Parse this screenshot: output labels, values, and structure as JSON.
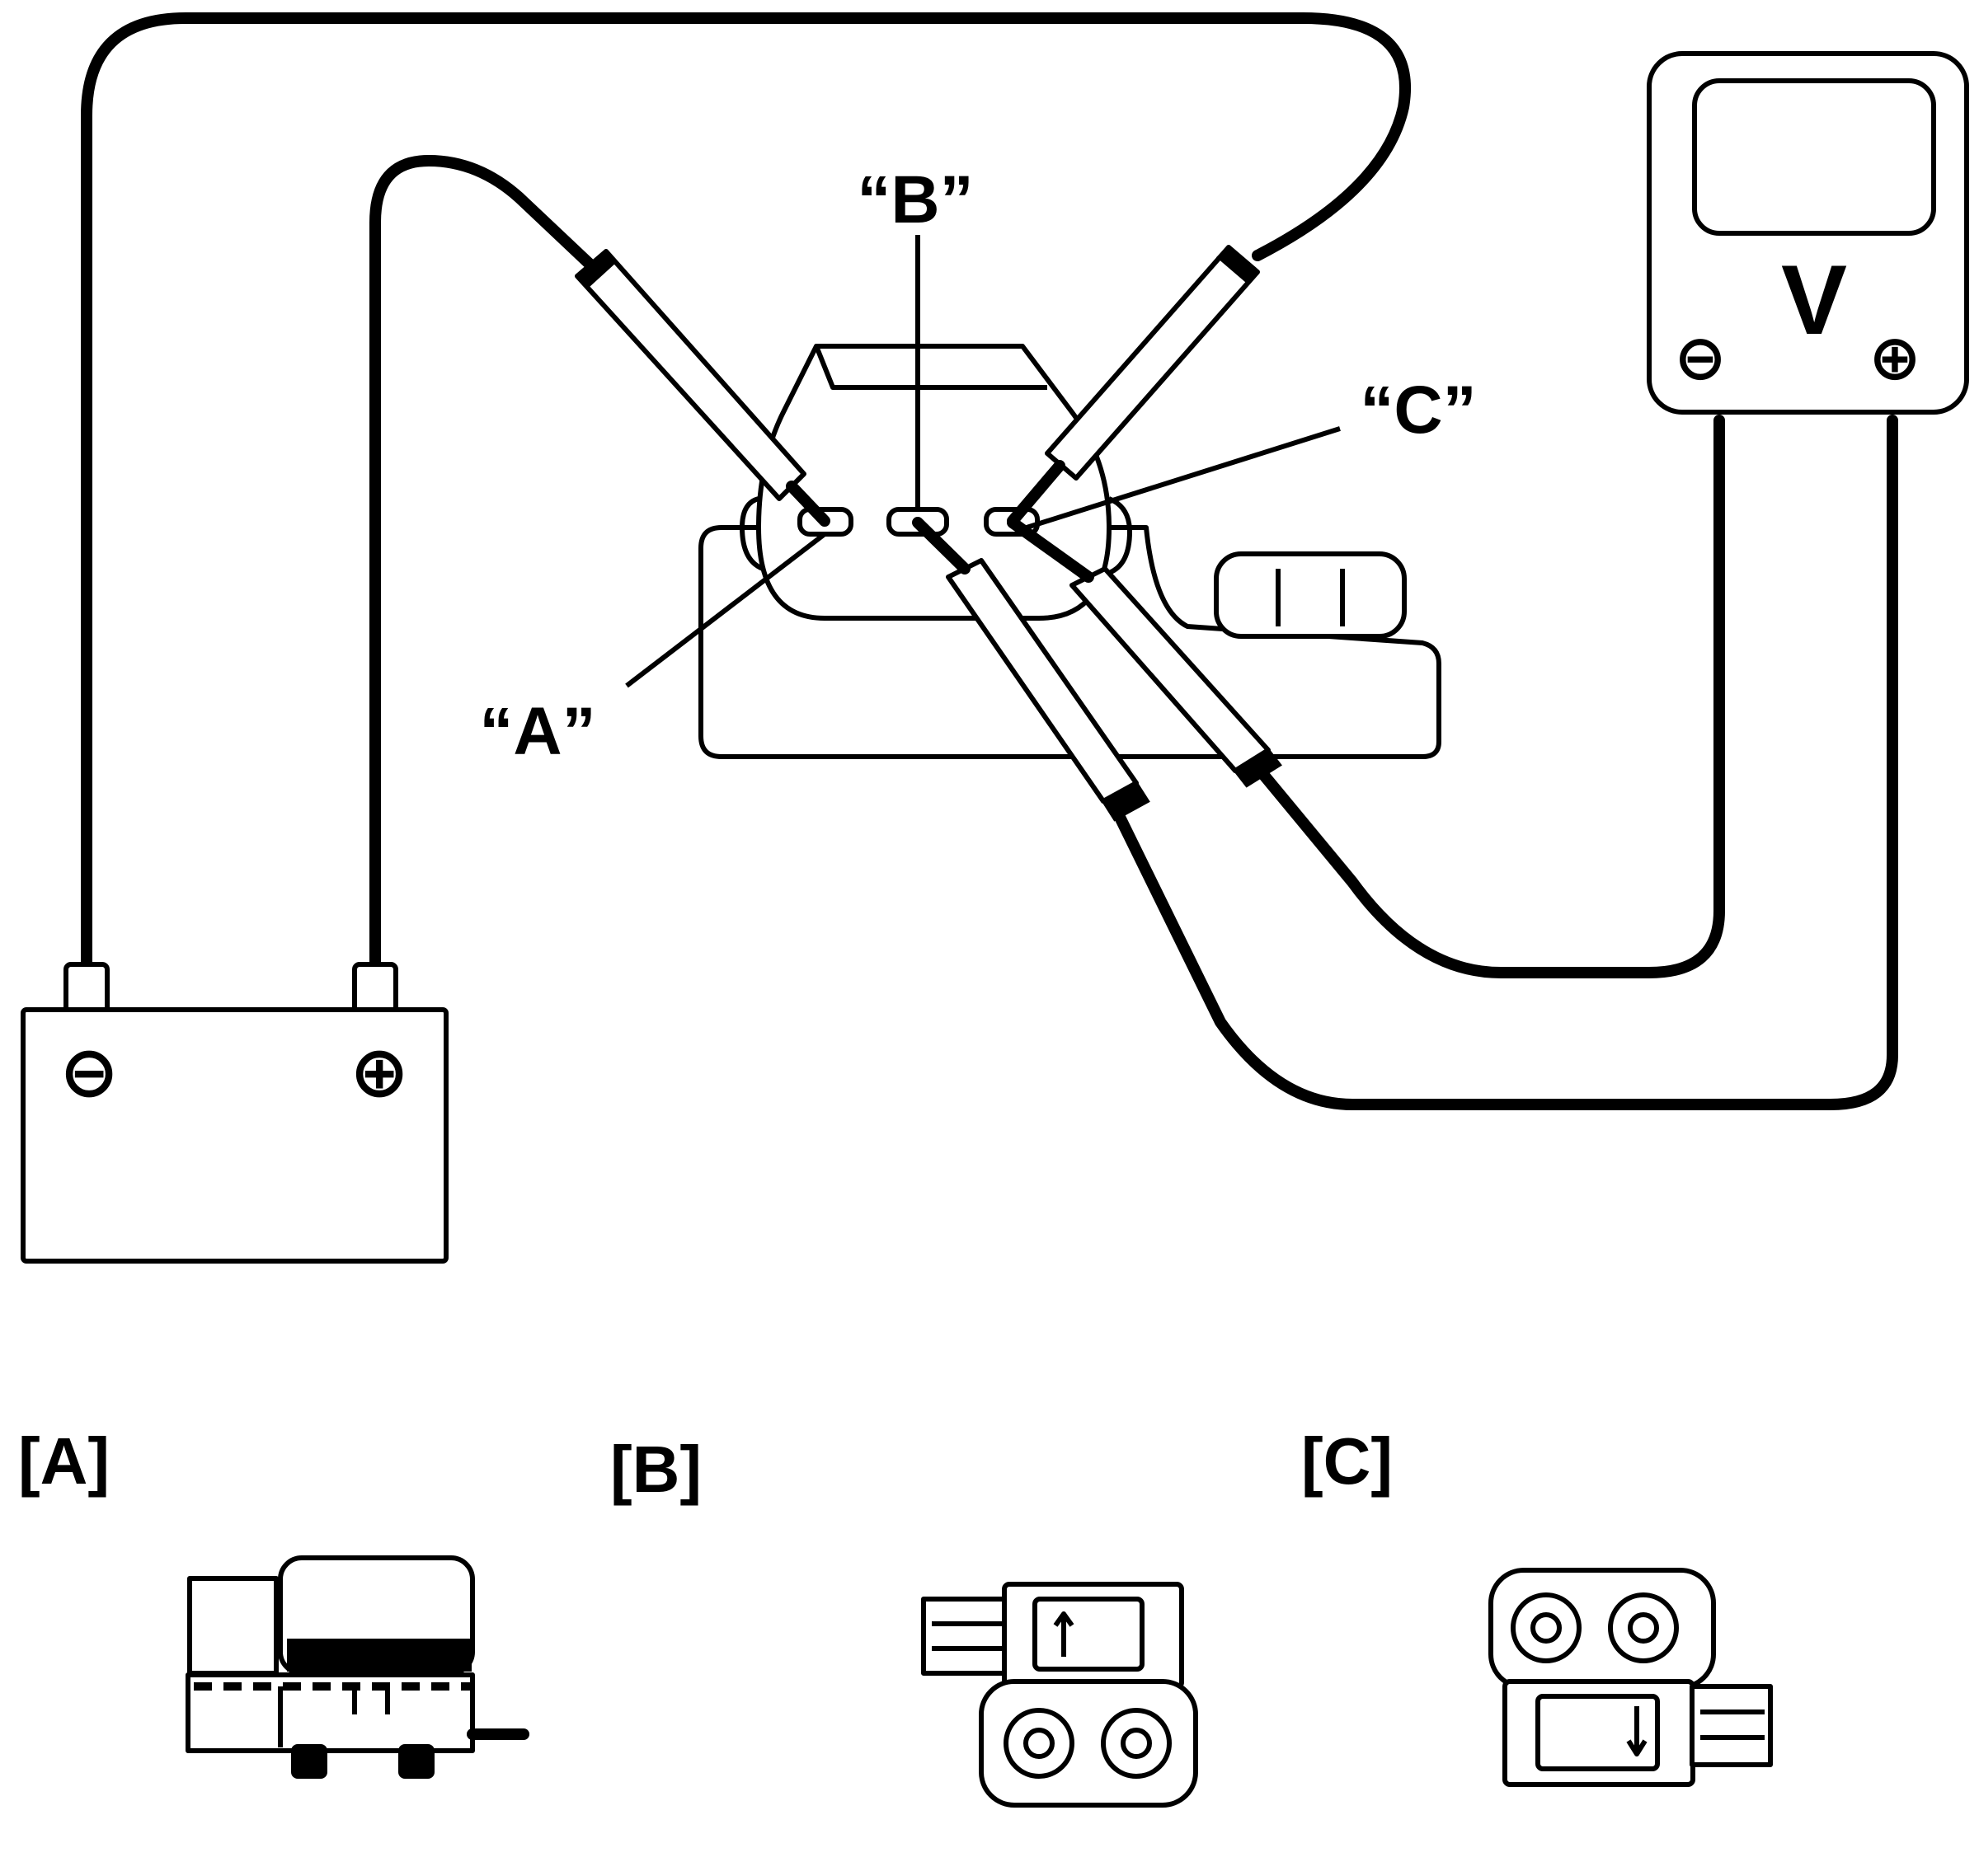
{
  "labels": {
    "terminal_a": "“A”",
    "terminal_b": "“B”",
    "terminal_c": "“C”",
    "voltmeter": "V",
    "negative": "⊖",
    "positive": "⊕"
  },
  "views": [
    {
      "label": "[A]"
    },
    {
      "label": "[B]"
    },
    {
      "label": "[C]"
    }
  ]
}
